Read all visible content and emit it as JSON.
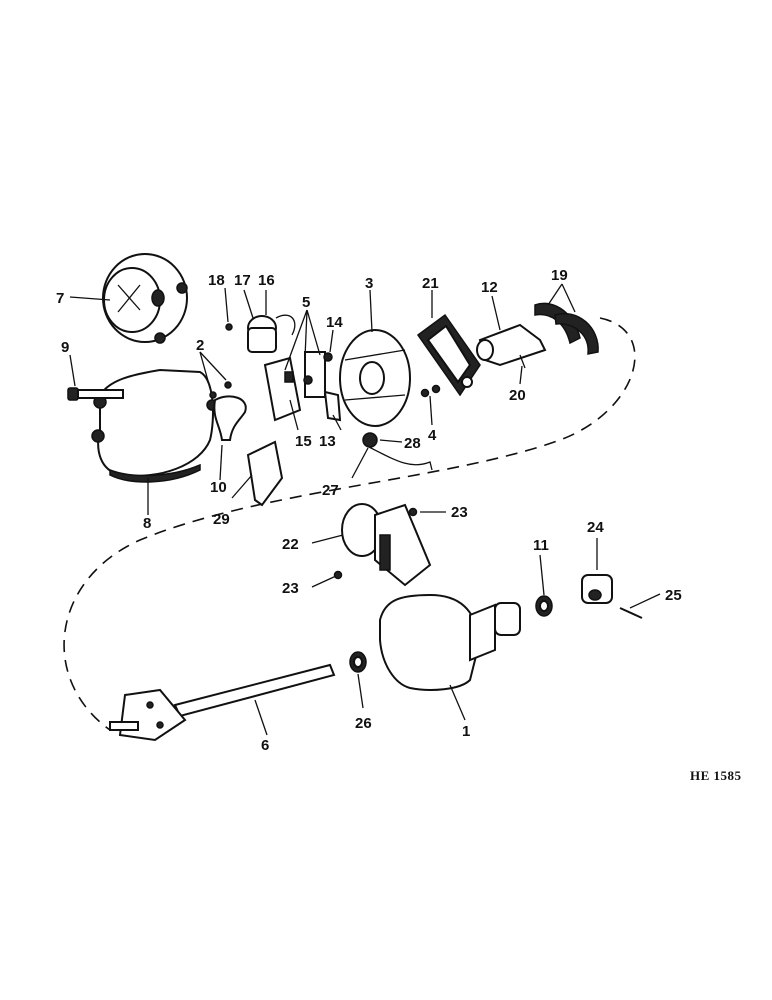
{
  "diagram": {
    "figure_id": "HE 1585",
    "callouts": {
      "c1": "1",
      "c2": "2",
      "c3": "3",
      "c4": "4",
      "c5": "5",
      "c6": "6",
      "c7": "7",
      "c8": "8",
      "c9": "9",
      "c10": "10",
      "c11": "11",
      "c12": "12",
      "c13": "13",
      "c14": "14",
      "c15": "15",
      "c16": "16",
      "c17": "17",
      "c18": "18",
      "c19": "19",
      "c20": "20",
      "c21": "21",
      "c22": "22",
      "c23a": "23",
      "c23b": "23",
      "c24": "24",
      "c25": "25",
      "c26": "26",
      "c27": "27",
      "c28": "28",
      "c29": "29"
    }
  }
}
